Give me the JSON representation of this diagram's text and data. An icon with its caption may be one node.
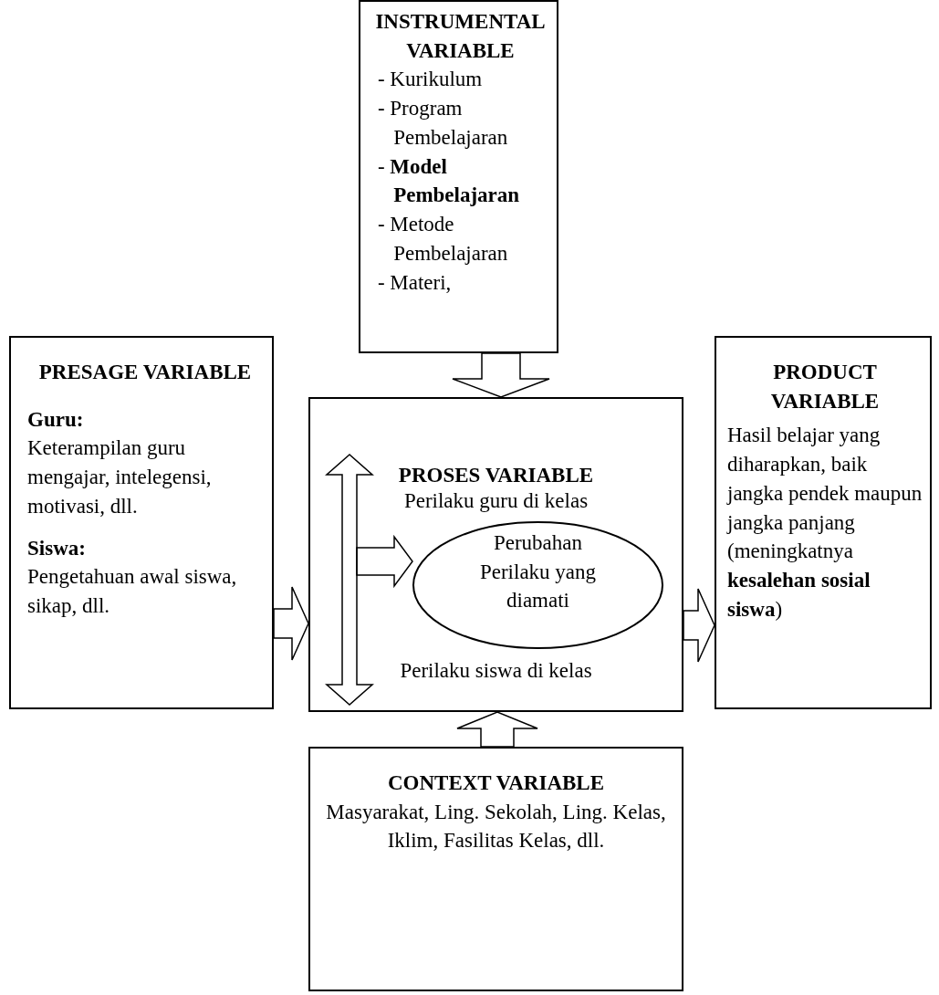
{
  "diagram": {
    "nodes": [
      {
        "text": [
          "INSTRUMENTAL VARIABLE",
          "- Kurikulum",
          "- Program Pembelajaran",
          "- **Model Pembelajaran**",
          "- Metode Pembelajaran",
          "- Materi,"
        ]
      },
      {
        "text": [
          "PRESAGE VARIABLE",
          "Guru:",
          "Keterampilan guru mengajar, intelegensi, motivasi, dll.",
          "Siswa:",
          "Pengetahuan awal siswa, sikap, dll."
        ]
      },
      {
        "text": [
          "PROSES VARIABLE",
          "Perilaku guru di kelas",
          "Perilaku siswa di kelas"
        ]
      },
      {
        "text": [
          "Perubahan Perilaku yang diamati"
        ],
        "in": 2
      },
      {
        "text": [
          "PRODUCT VARIABLE",
          "Hasil belajar yang diharapkan, baik jangka pendek maupun jangka panjang (meningkatnya **kesalehan sosial siswa**)"
        ]
      },
      {
        "text": [
          "CONTEXT VARIABLE",
          "Masyarakat, Ling. Sekolah, Ling. Kelas, Iklim, Fasilitas Kelas, dll."
        ]
      }
    ],
    "edges": [
      {
        "from": 0,
        "to": 2,
        "arrow": "to"
      },
      {
        "from": 1,
        "to": 2,
        "arrow": "to"
      },
      {
        "from": 2,
        "to": 4,
        "arrow": "to"
      },
      {
        "from": 5,
        "to": 2,
        "arrow": "to"
      },
      {
        "from": null,
        "to": 3,
        "arrow": "to"
      }
    ]
  }
}
